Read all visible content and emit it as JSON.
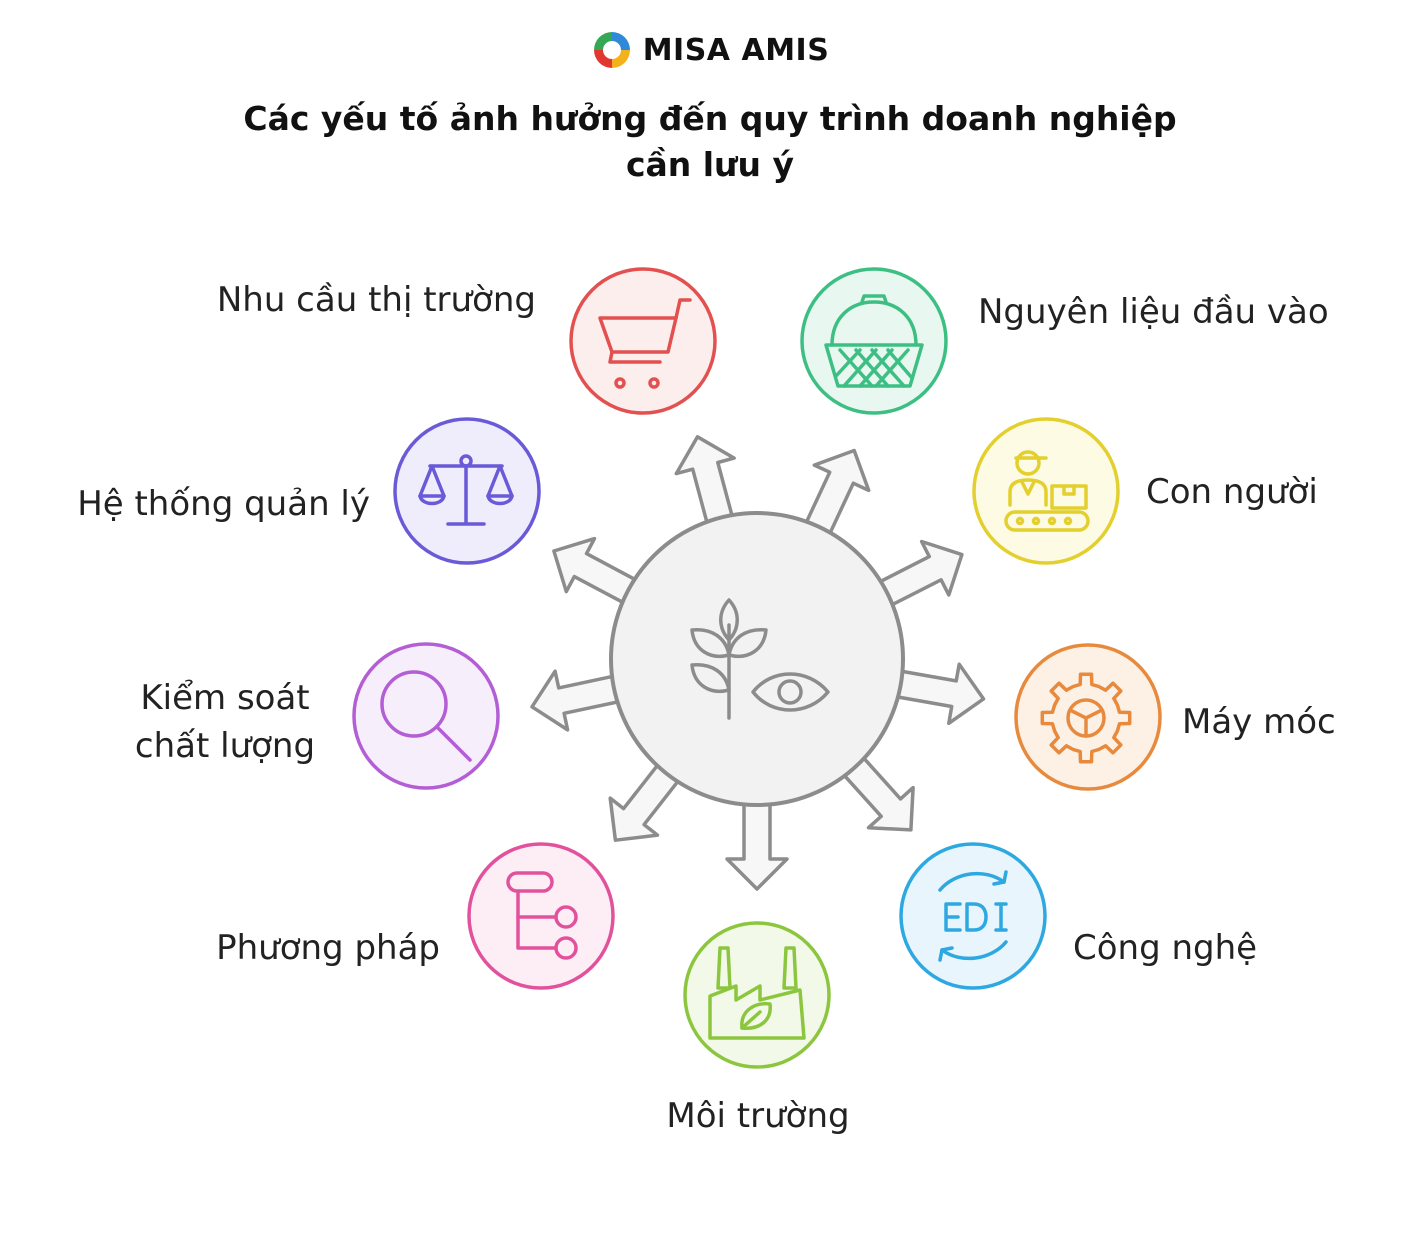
{
  "brand": {
    "name": "MISA AMIS",
    "logo_icon": "misa-amis-logo-icon"
  },
  "title": {
    "line1": "Các yếu tố ảnh hưởng đến quy trình doanh nghiệp",
    "line2": "cần lưu ý"
  },
  "center": {
    "icon": "plant-eye-icon",
    "color": "#f2f2f2",
    "stroke": "#8c8c8c"
  },
  "factors": [
    {
      "key": "market",
      "label": "Nhu cầu thị trường",
      "icon": "shopping-cart-icon",
      "stroke": "#e2504f",
      "fill": "#fdeeee"
    },
    {
      "key": "materials",
      "label": "Nguyên liệu đầu vào",
      "icon": "basket-icon",
      "stroke": "#3dbf84",
      "fill": "#e8f8f0"
    },
    {
      "key": "people",
      "label": "Con người",
      "icon": "worker-conveyor-icon",
      "stroke": "#e3cf2e",
      "fill": "#fdfbe3"
    },
    {
      "key": "machines",
      "label": "Máy móc",
      "icon": "gear-icon",
      "stroke": "#e88a3e",
      "fill": "#fdf1e6"
    },
    {
      "key": "technology",
      "label": "Công nghệ",
      "icon": "edi-icon",
      "stroke": "#2ea8e0",
      "fill": "#e8f5fc"
    },
    {
      "key": "environment",
      "label": "Môi trường",
      "icon": "eco-factory-icon",
      "stroke": "#8cc63f",
      "fill": "#f3f9e8"
    },
    {
      "key": "method",
      "label": "Phương pháp",
      "icon": "flowchart-icon",
      "stroke": "#e2529c",
      "fill": "#fdeef6"
    },
    {
      "key": "quality",
      "label_lines": [
        "Kiểm soát",
        "chất lượng"
      ],
      "icon": "magnifier-icon",
      "stroke": "#b45ed6",
      "fill": "#f7eefc"
    },
    {
      "key": "management",
      "label": "Hệ thống quản lý",
      "icon": "scales-icon",
      "stroke": "#6a5ad8",
      "fill": "#efedfc"
    }
  ]
}
